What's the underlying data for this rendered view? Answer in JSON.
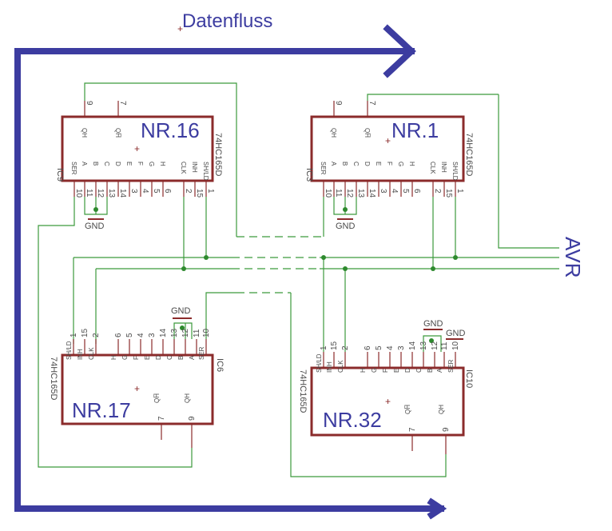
{
  "title": "Datenfluss",
  "avr_label": "AVR",
  "gnd_label": "GND",
  "ic_part": "74HC165D",
  "chips": [
    {
      "name": "NR.16",
      "ref": "IC9"
    },
    {
      "name": "NR.1",
      "ref": "IC3"
    },
    {
      "name": "NR.17",
      "ref": "IC6"
    },
    {
      "name": "NR.32",
      "ref": "IC10"
    }
  ],
  "pin_names_top": [
    "QH",
    "QH̅"
  ],
  "pin_names_bottom": [
    "SER",
    "A",
    "B",
    "C",
    "D",
    "E",
    "F",
    "G",
    "H",
    "CLK",
    "INH",
    "SH/LD"
  ],
  "pin_numbers_top": [
    "9",
    "7"
  ],
  "pin_numbers_bottom": [
    "10",
    "11",
    "12",
    "13",
    "14",
    "3",
    "4",
    "5",
    "6",
    "2",
    "15",
    "1"
  ],
  "colors": {
    "bus": "#3c3ca0",
    "wire": "#3c9a3c",
    "part": "#8b2b2b"
  }
}
